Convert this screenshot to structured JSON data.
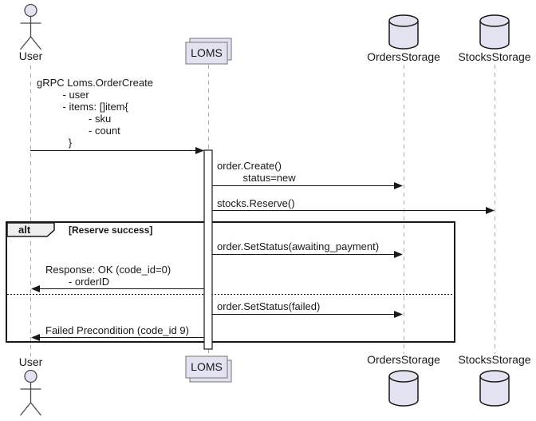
{
  "diagram_type": "uml-sequence-diagram",
  "participants": {
    "user_top": "User",
    "loms_top": "LOMS",
    "orders_top": "OrdersStorage",
    "stocks_top": "StocksStorage",
    "user_bottom": "User",
    "loms_bottom": "LOMS",
    "orders_bottom": "OrdersStorage",
    "stocks_bottom": "StocksStorage"
  },
  "fragment": {
    "operator": "alt",
    "guard": "[Reserve success]"
  },
  "messages": {
    "order_create_request": "gRPC Loms.OrderCreate\n         - user\n         - items: []item{\n                  - sku\n                  - count\n           }",
    "order_create_db": "order.Create()\n         status=new",
    "stocks_reserve": "stocks.Reserve()",
    "set_status_awaiting": "order.SetStatus(awaiting_payment)",
    "response_ok": "Response: OK (code_id=0)\n        - orderID",
    "set_status_failed": "order.SetStatus(failed)",
    "failed_precondition": "Failed Precondition (code_id 9)"
  },
  "colors": {
    "participant_fill": "#E2E2F0",
    "border_dark": "#181818",
    "box_border": "#888888",
    "lifeline": "#A8A8A8",
    "fragment_tab_fill": "#EEEEEE",
    "activation_fill": "#FFFFFF"
  }
}
